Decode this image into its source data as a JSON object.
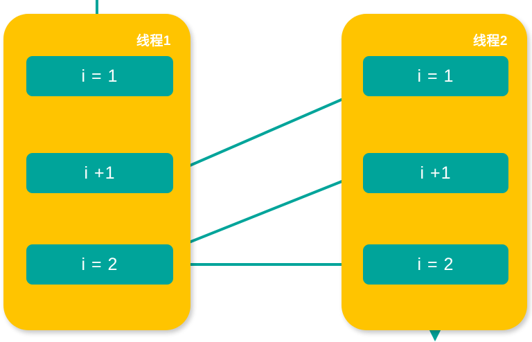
{
  "diagram": {
    "title": "",
    "colors": {
      "panel_fill": "#ffc400",
      "box_fill": "#00a49a",
      "arrow": "#00a49a",
      "text_on_panel": "#ffffff",
      "text_on_box": "#ffffff",
      "background": "#ffffff"
    },
    "threads": [
      {
        "id": "thread-1",
        "label": "线程1",
        "steps": [
          {
            "id": "t1-s1",
            "label": "i = 1"
          },
          {
            "id": "t1-s2",
            "label": "i +1"
          },
          {
            "id": "t1-s3",
            "label": "i = 2"
          }
        ]
      },
      {
        "id": "thread-2",
        "label": "线程2",
        "steps": [
          {
            "id": "t2-s1",
            "label": "i = 1"
          },
          {
            "id": "t2-s2",
            "label": "i +1"
          },
          {
            "id": "t2-s3",
            "label": "i = 2"
          }
        ]
      }
    ],
    "connectors": [
      {
        "id": "entry-arrow",
        "name": "entry-arrow-thread-1",
        "from": "top",
        "to": "t1-s1",
        "direction": "down"
      },
      {
        "id": "t1-s1-to-s2",
        "name": "arrow-thread1-step1-to-step2",
        "from": "t1-s1",
        "to": "t1-s2",
        "direction": "down"
      },
      {
        "id": "t1-s2-to-s3",
        "name": "arrow-thread1-step2-to-step3",
        "from": "t1-s2",
        "to": "t1-s3",
        "direction": "down"
      },
      {
        "id": "t2-s1-to-s2",
        "name": "arrow-thread2-step1-to-step2",
        "from": "t2-s1",
        "to": "t2-s2",
        "direction": "down"
      },
      {
        "id": "t2-s2-to-s3",
        "name": "arrow-thread2-step2-to-step3",
        "from": "t2-s2",
        "to": "t2-s3",
        "direction": "down"
      },
      {
        "id": "cross-1",
        "name": "cross-arrow-thread1-step2-to-thread2-step1",
        "from": "t1-s2",
        "to": "t2-s1",
        "direction": "up-right"
      },
      {
        "id": "cross-2",
        "name": "cross-arrow-thread2-step2-to-thread1-step3",
        "from": "t2-s2",
        "to": "t1-s3",
        "direction": "down-left"
      },
      {
        "id": "cross-3",
        "name": "cross-arrow-thread1-step3-to-thread2-step3",
        "from": "t1-s3",
        "to": "t2-s3",
        "direction": "right"
      },
      {
        "id": "exit-arrow",
        "name": "exit-arrow-thread-2",
        "from": "t2-s3",
        "to": "bottom",
        "direction": "down"
      }
    ]
  }
}
